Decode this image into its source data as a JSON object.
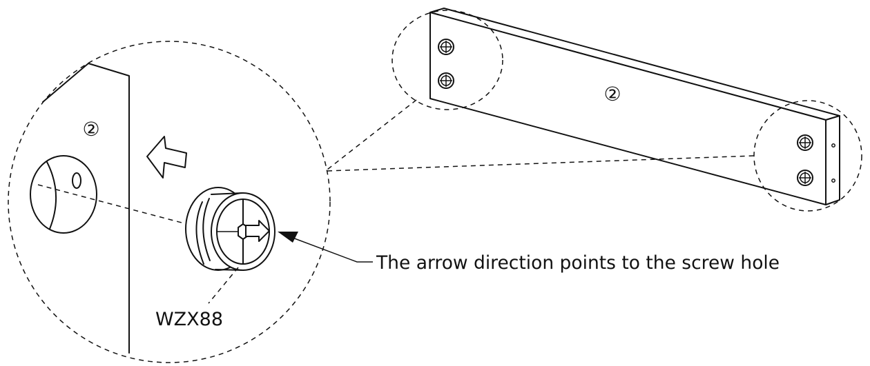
{
  "diagram": {
    "part_number_label": "②",
    "fitting_code": "WZX88",
    "instruction": "The arrow direction points to the screw hole"
  }
}
